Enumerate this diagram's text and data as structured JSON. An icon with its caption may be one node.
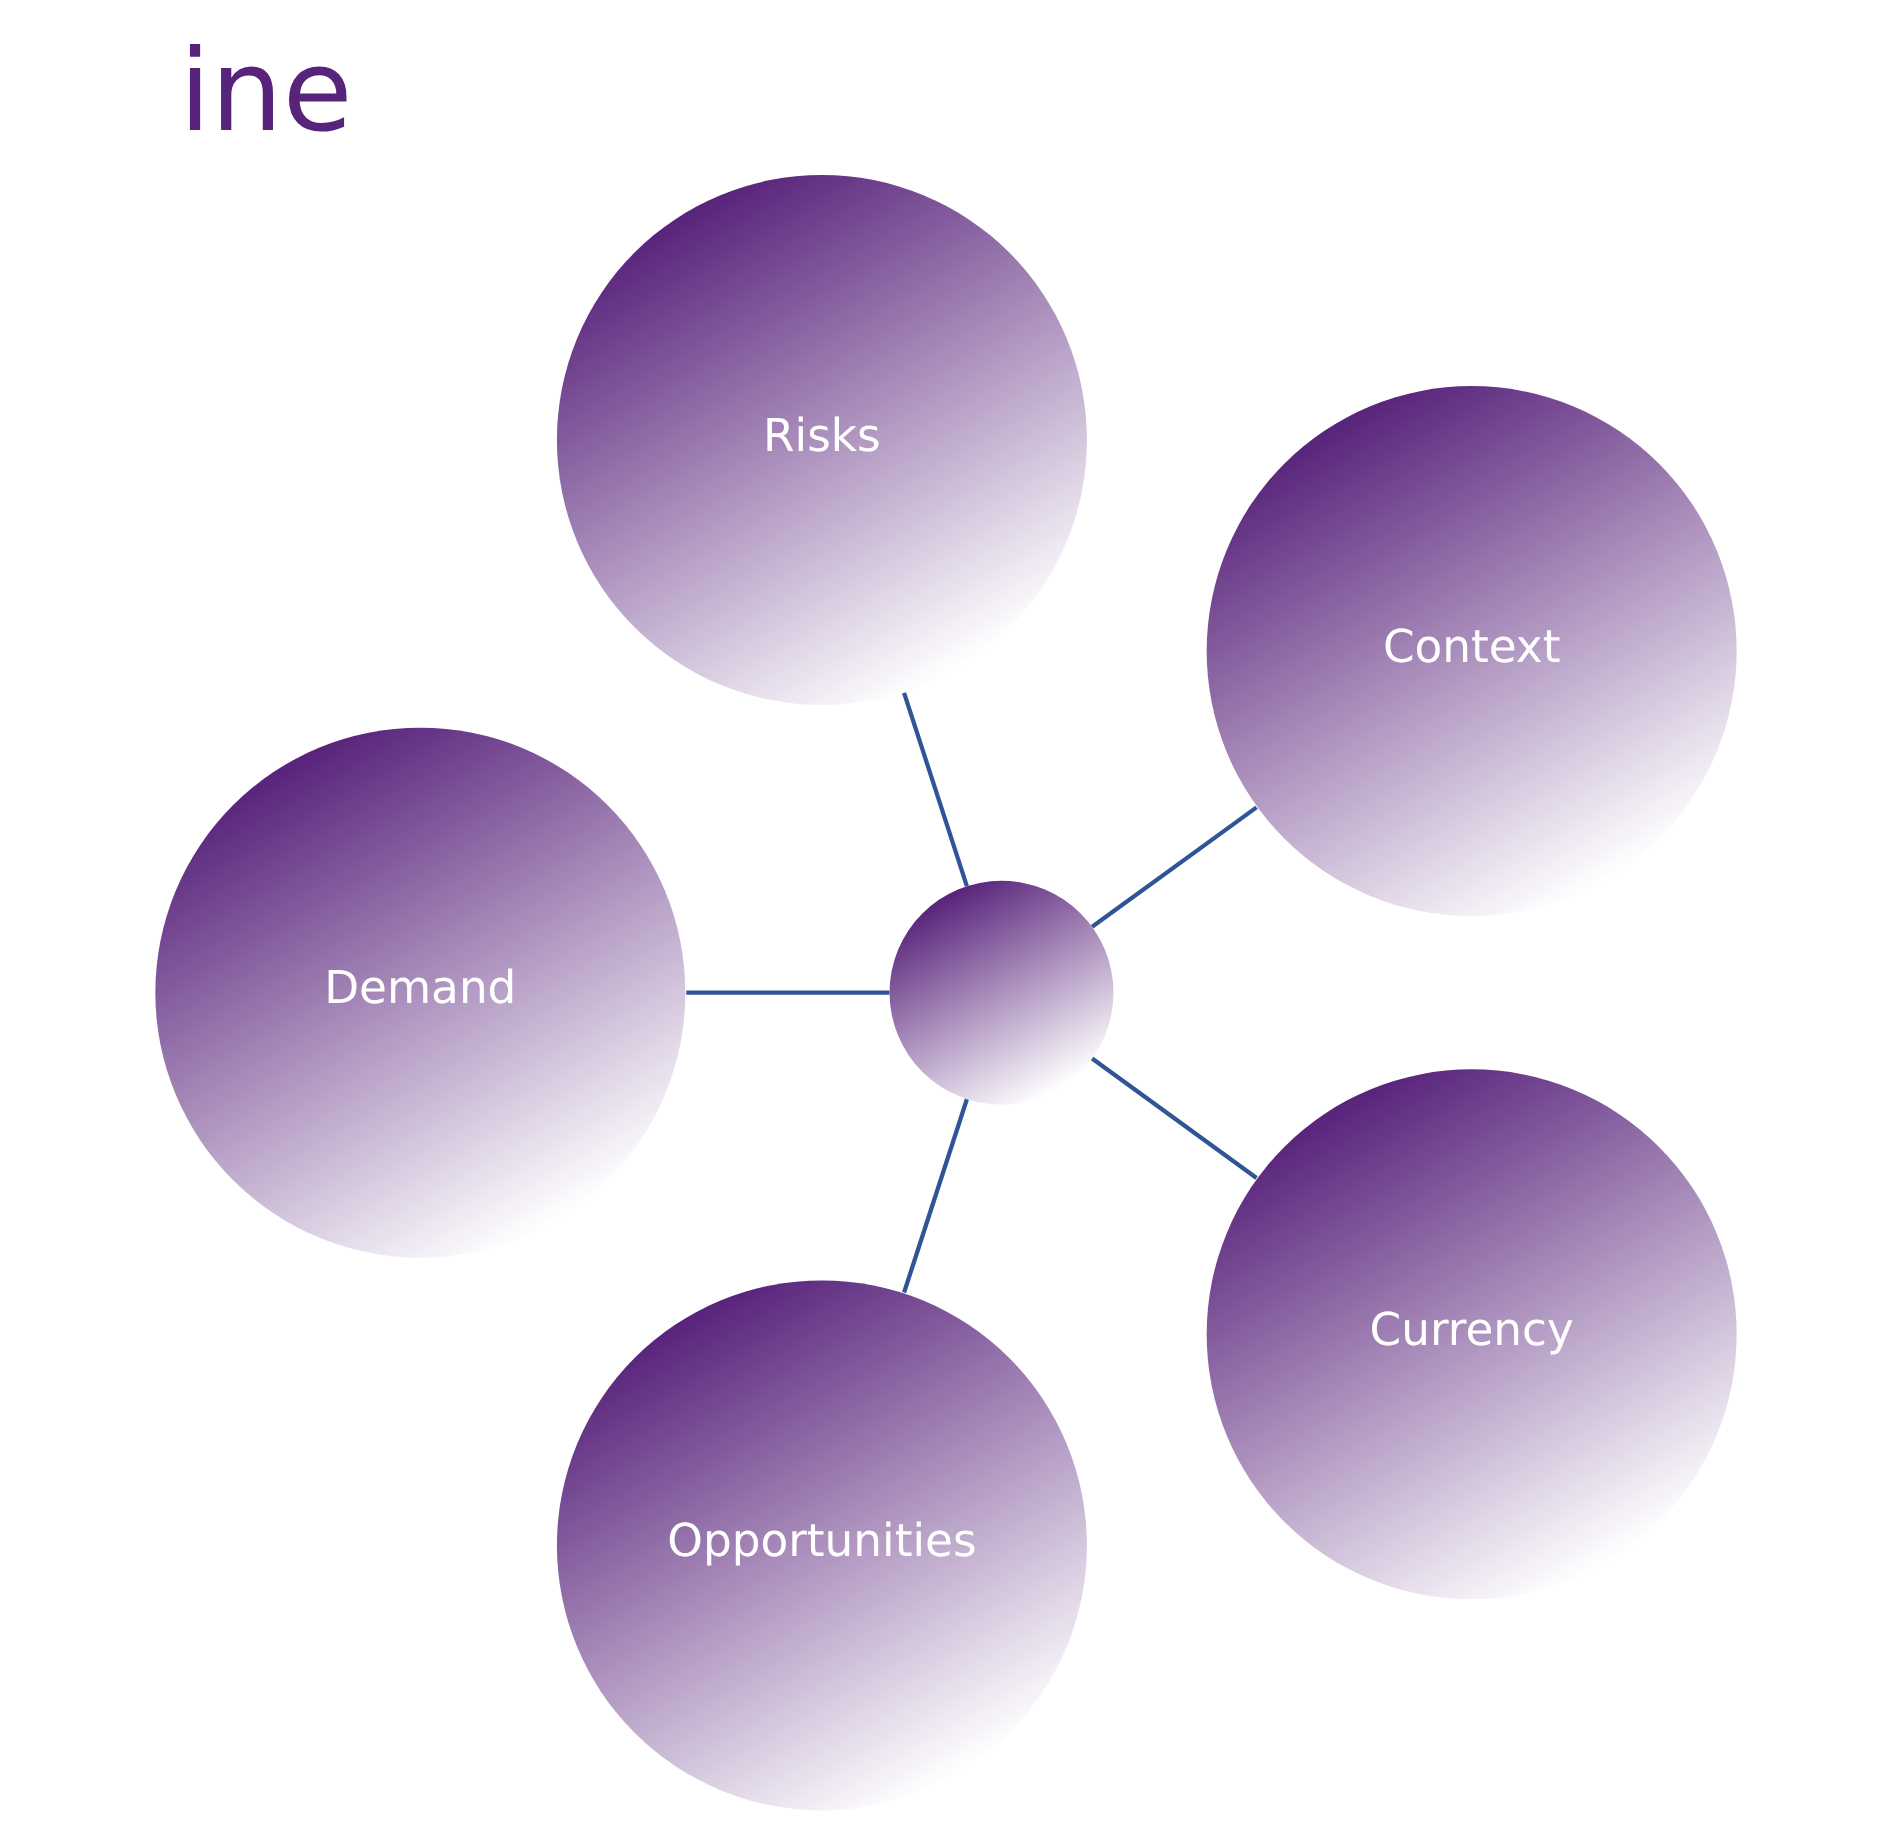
{
  "diagram": {
    "title": "ine",
    "nodes": [
      {
        "text": [
          "Context"
        ]
      },
      {
        "text": [
          "Risks"
        ]
      },
      {
        "text": [
          "Demand"
        ]
      },
      {
        "text": [],
        "shape": "circle"
      },
      {
        "text": [
          "Opportunities"
        ]
      },
      {
        "text": [
          "Currency"
        ]
      }
    ],
    "edges": [
      {
        "from": 3,
        "to": 0,
        "arrow": "none"
      },
      {
        "from": 3,
        "to": 2,
        "arrow": "none"
      },
      {
        "from": 3,
        "to": 5,
        "arrow": "none"
      },
      {
        "from": 3,
        "to": 4,
        "arrow": "none"
      },
      {
        "from": 3,
        "to": 1,
        "arrow": "none"
      }
    ]
  }
}
